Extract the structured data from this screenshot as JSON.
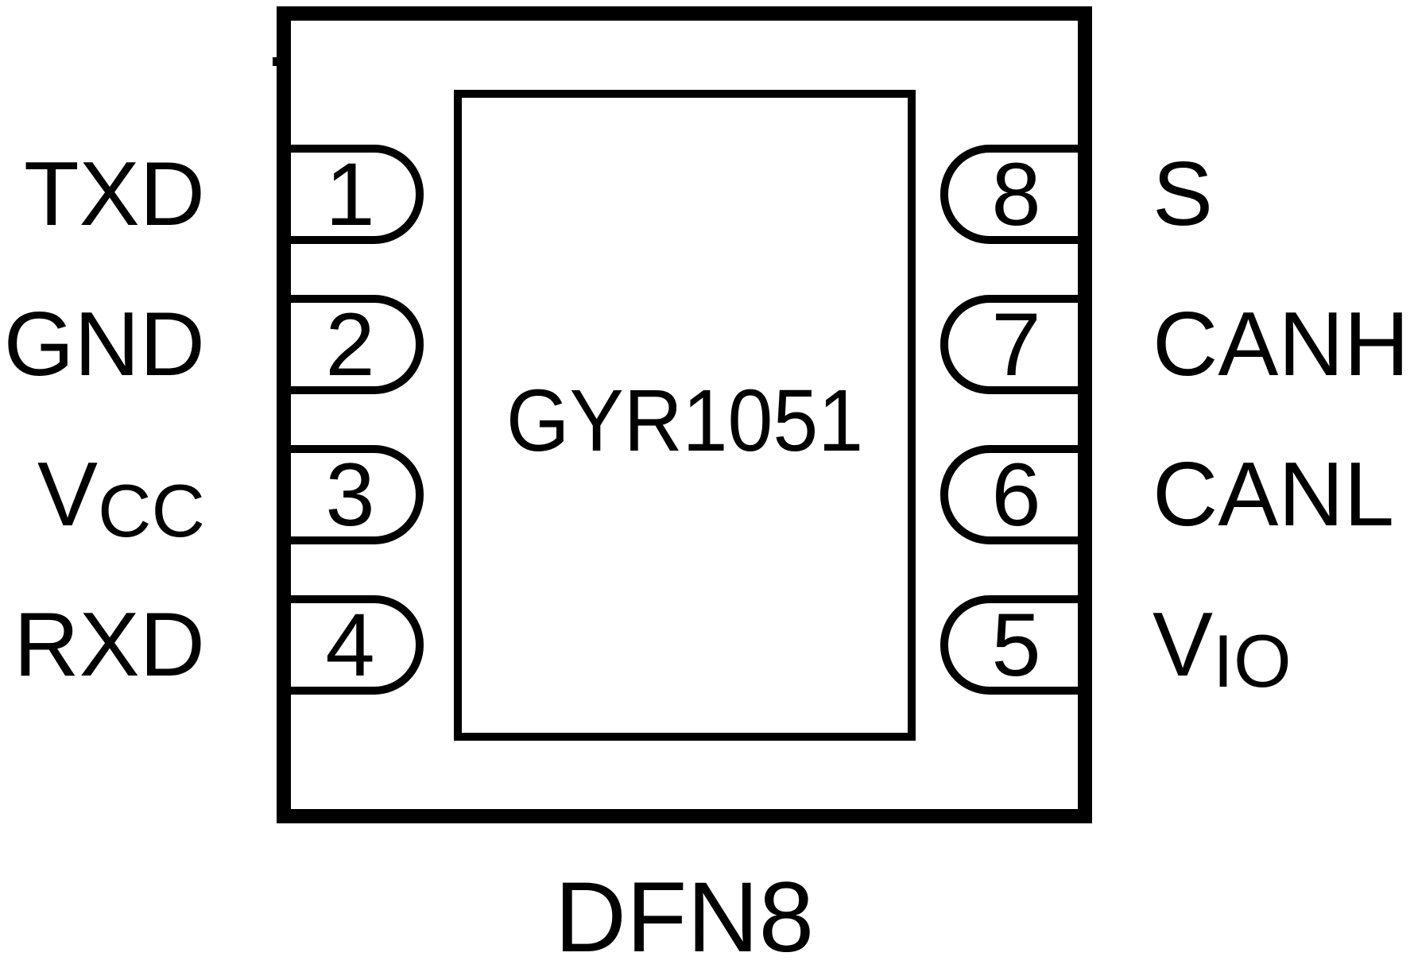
{
  "chip": {
    "name": "GYR1051"
  },
  "package_label": "DFN8",
  "colors": {
    "line": "#000000",
    "background": "#ffffff"
  },
  "pins": {
    "left": [
      {
        "number": "1",
        "label_main": "TXD",
        "label_sub": ""
      },
      {
        "number": "2",
        "label_main": "GND",
        "label_sub": ""
      },
      {
        "number": "3",
        "label_main": "V",
        "label_sub": "CC"
      },
      {
        "number": "4",
        "label_main": "RXD",
        "label_sub": ""
      }
    ],
    "right": [
      {
        "number": "8",
        "label_main": "S",
        "label_sub": ""
      },
      {
        "number": "7",
        "label_main": "CANH",
        "label_sub": ""
      },
      {
        "number": "6",
        "label_main": "CANL",
        "label_sub": ""
      },
      {
        "number": "5",
        "label_main": "V",
        "label_sub": "IO"
      }
    ]
  }
}
